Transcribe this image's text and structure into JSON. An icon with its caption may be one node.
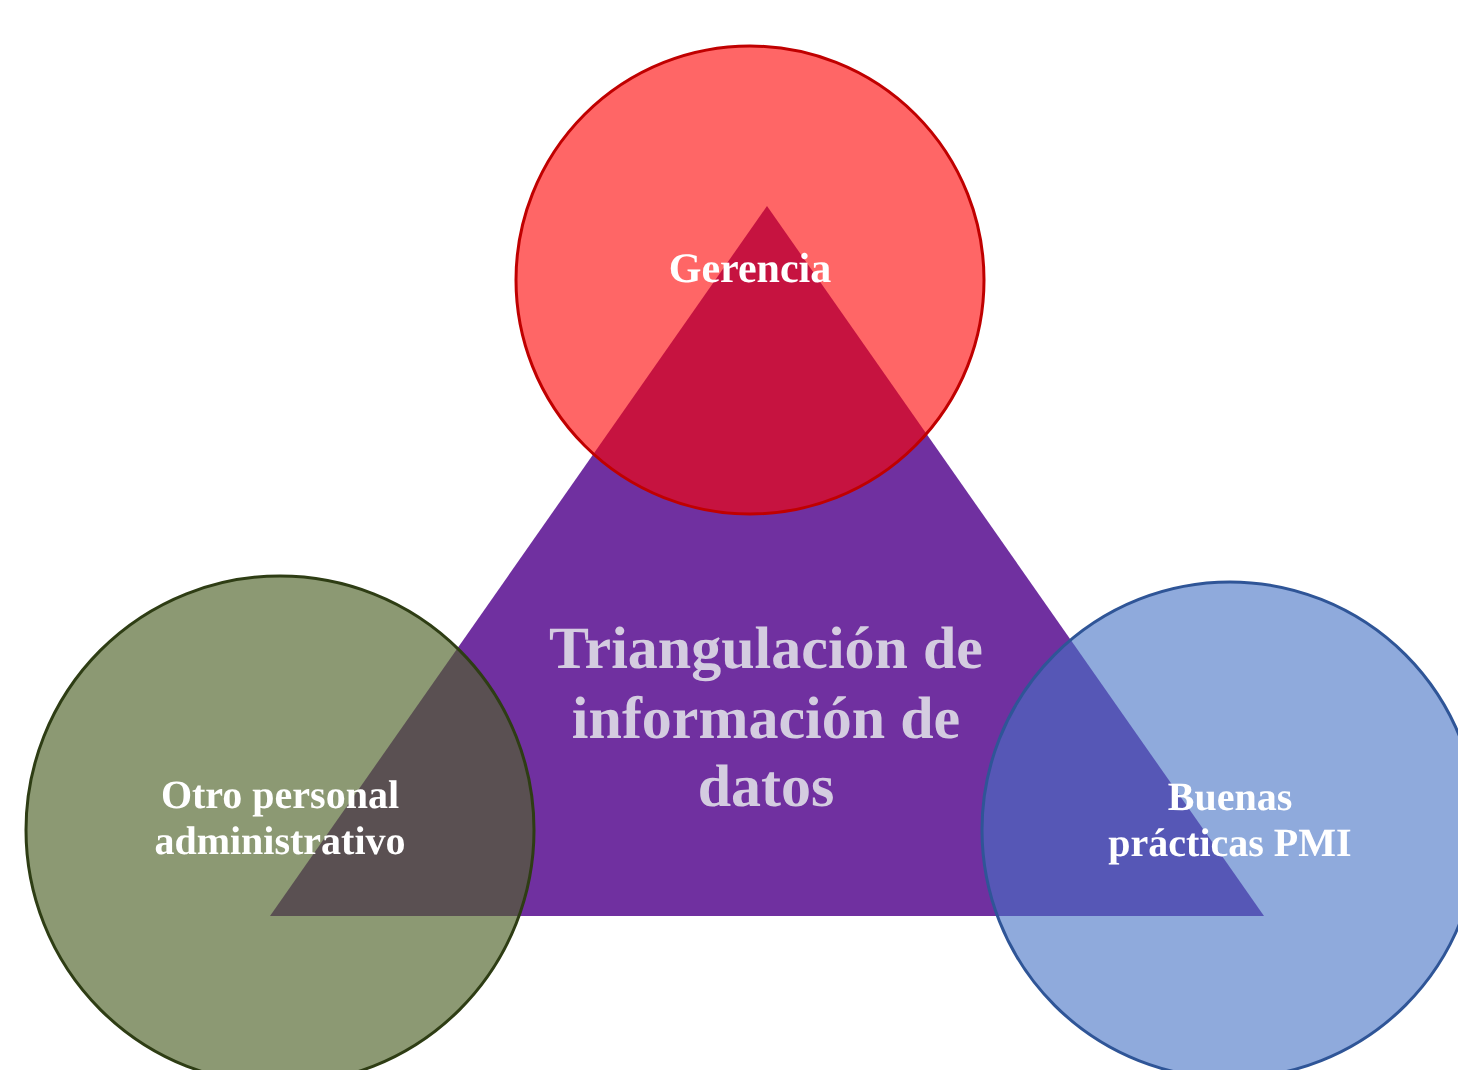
{
  "diagram": {
    "nodes": [
      {
        "text": [
          "Gerencia"
        ]
      },
      {
        "text": [
          "Triangulación de información de datos"
        ]
      },
      {
        "text": [
          "Otro personal administrativo"
        ]
      },
      {
        "text": [
          "Buenas prácticas PMI"
        ]
      }
    ]
  }
}
